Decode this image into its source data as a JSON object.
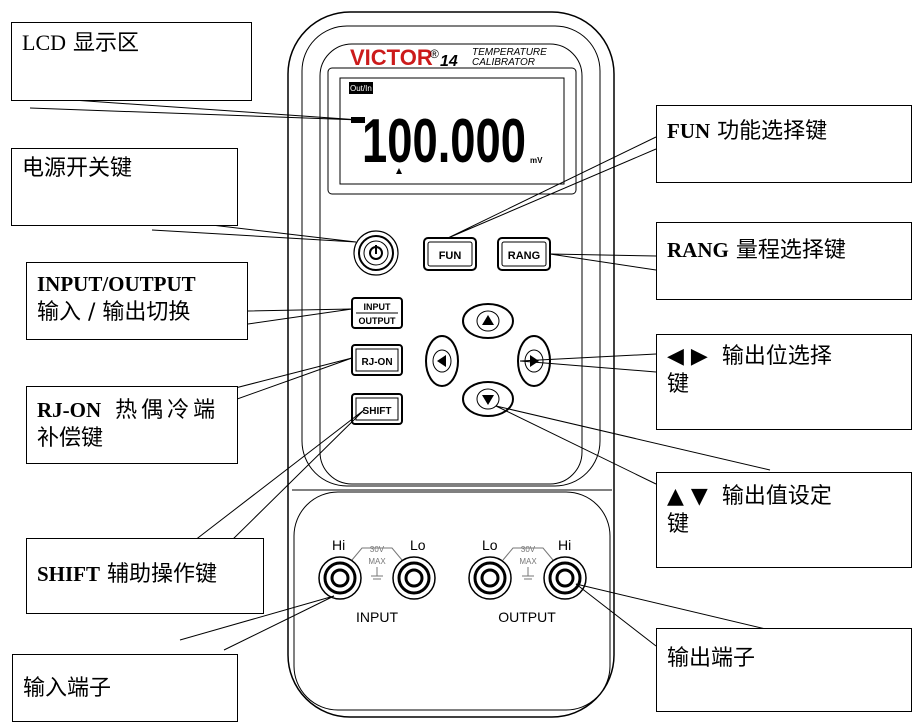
{
  "device": {
    "brand": "VICTOR",
    "registered": "®",
    "model": "14",
    "subtitle_line1": "TEMPERATURE",
    "subtitle_line2": "CALIBRATOR",
    "lcd": {
      "indicator": "Out/In",
      "reading": "100.000",
      "unit": "mV"
    },
    "keys": {
      "fun": "FUN",
      "rang": "RANG",
      "input_line1": "INPUT",
      "input_line2": "OUTPUT",
      "rjon": "RJ-ON",
      "shift": "SHIFT"
    },
    "terminals": {
      "input_hi": "Hi",
      "input_lo": "Lo",
      "output_lo": "Lo",
      "output_hi": "Hi",
      "max_voltage": "30V",
      "max_label": "MAX",
      "input_label": "INPUT",
      "output_label": "OUTPUT"
    }
  },
  "callouts": {
    "lcd": {
      "en": "LCD",
      "zh": "显示区"
    },
    "power": {
      "zh": "电源开关键"
    },
    "input_output": {
      "en": "INPUT/OUTPUT",
      "zh": "输入 / 输出切换"
    },
    "rjon": {
      "en": "RJ-ON",
      "zh1": "热偶冷端",
      "zh2": "补偿键"
    },
    "shift": {
      "en": "SHIFT",
      "zh": "辅助操作键"
    },
    "input_terminal": {
      "zh": "输入端子"
    },
    "fun": {
      "en": "FUN",
      "zh": "功能选择键"
    },
    "rang": {
      "en": "RANG",
      "zh": "量程选择键"
    },
    "left_right": {
      "symbols": "◀ ▶",
      "zh1": "输出位选择",
      "zh2": "键"
    },
    "up_down": {
      "symbols": "▲ ▼",
      "zh1": "输出值设定",
      "zh2": "键"
    },
    "output_terminal": {
      "zh": "输出端子"
    }
  },
  "colors": {
    "brand_red": "#cc1b1b",
    "line": "#000000"
  }
}
